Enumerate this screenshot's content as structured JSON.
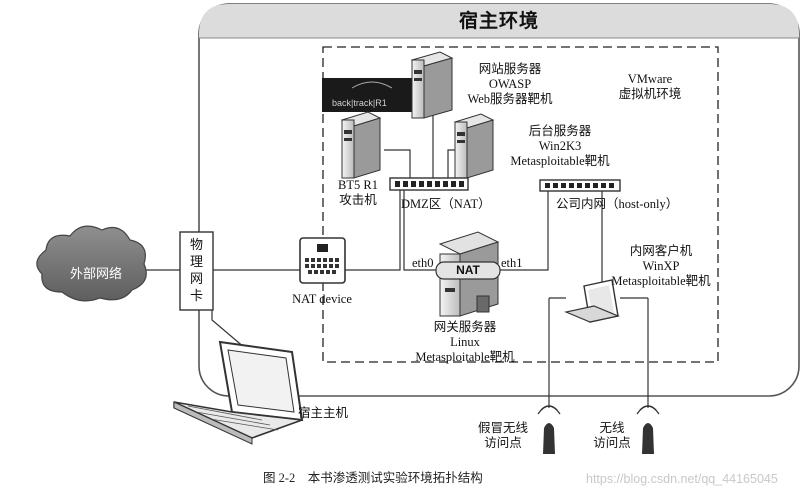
{
  "host": {
    "title": "宿主环境",
    "machine_label": "宿主主机"
  },
  "vmware": {
    "line1": "VMware",
    "line2": "虚拟机环境"
  },
  "external_network": "外部网络",
  "nic": [
    "物",
    "理",
    "网",
    "卡"
  ],
  "nat_device": "NAT device",
  "attacker": {
    "line1": "BT5 R1",
    "line2": "攻击机",
    "logo_text": "back|track|R1"
  },
  "web_server": {
    "line1": "网站服务器",
    "line2": "OWASP",
    "line3": "Web服务器靶机"
  },
  "backend_server": {
    "line1": "后台服务器",
    "line2": "Win2K3",
    "line3": "Metasploitable靶机"
  },
  "dmz": "DMZ区（NAT）",
  "intranet": "公司内网（host-only）",
  "gateway": {
    "eth0": "eth0",
    "eth1": "eth1",
    "nat": "NAT",
    "line1": "网关服务器",
    "line2": "Linux",
    "line3": "Metasploitable靶机"
  },
  "intranet_client": {
    "line1": "内网客户机",
    "line2": "WinXP",
    "line3": "Metasploitable靶机"
  },
  "fake_ap": {
    "line1": "假冒无线",
    "line2": "访问点"
  },
  "ap": {
    "line1": "无线",
    "line2": "访问点"
  },
  "caption": "图 2-2　本书渗透测试实验环境拓扑结构",
  "watermark": "https://blog.csdn.net/qq_44165045"
}
